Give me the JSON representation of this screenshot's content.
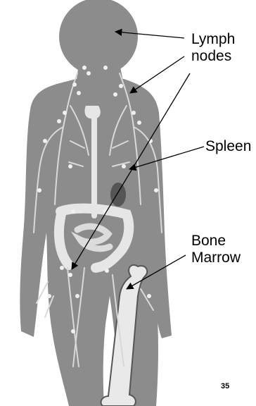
{
  "labels": {
    "lymph_nodes": [
      "Lymph",
      "nodes"
    ],
    "spleen": "Spleen",
    "bone_marrow": [
      "Bone",
      "Marrow"
    ]
  },
  "page_number": "35",
  "colors": {
    "background": "#ffffff",
    "body": "#8c8c8c",
    "lymph_vessel": "#d9d9d9",
    "node": "#f0f0f0",
    "organ": "#e6e6e6",
    "spleen": "#555555",
    "arrow": "#000000",
    "text": "#000000"
  }
}
